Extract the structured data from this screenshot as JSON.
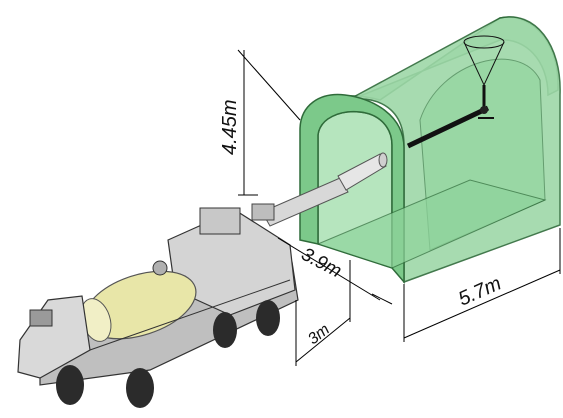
{
  "diagram": {
    "dimensions": {
      "height": "4.45m",
      "boom_reach": "3.9m",
      "offset": "3m",
      "tunnel_length": "5.7m"
    },
    "colors": {
      "tunnel_fill": "#8fd49c",
      "tunnel_stroke": "#2f6b3a",
      "boom": "#d8d8d8",
      "truck_body": "#cfcfcf",
      "mixer_drum": "#e8e6a8",
      "line": "#000000"
    },
    "components": {
      "tunnel": "tunnel-cross-section",
      "truck": "concrete-mixer-sprayer-truck",
      "boom": "telescopic-spray-boom",
      "nozzle": "spray-nozzle"
    }
  }
}
